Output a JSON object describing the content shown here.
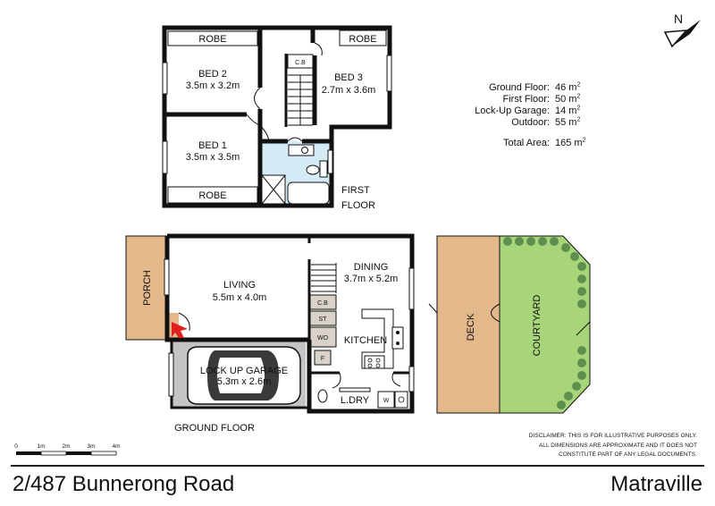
{
  "address": "2/487 Bunnerong Road",
  "suburb": "Matraville",
  "compass_label": "N",
  "floors": {
    "first": "FIRST FLOOR",
    "first_line1": "FIRST",
    "first_line2": "FLOOR",
    "ground": "GROUND FLOOR"
  },
  "rooms": {
    "robe": "ROBE",
    "bed2_name": "BED 2",
    "bed2_size": "3.5m x 3.2m",
    "bed1_name": "BED 1",
    "bed1_size": "3.5m x 3.5m",
    "bed3_name": "BED 3",
    "bed3_size": "2.7m x 3.6m",
    "cb": "C.B",
    "living_name": "LIVING",
    "living_size": "5.5m x 4.0m",
    "dining_name": "DINING",
    "dining_size": "3.7m x 5.2m",
    "kitchen": "KITCHEN",
    "st": "ST",
    "wo": "WO",
    "f": "F",
    "w": "W",
    "ldry": "L.DRY",
    "garage_name": "LOCK UP GARAGE",
    "garage_size": "5.3m x 2.6m",
    "porch": "PORCH",
    "deck": "DECK",
    "courtyard": "COURTYARD"
  },
  "areas": [
    {
      "label": "Ground Floor:",
      "value": "46 m",
      "unit_sup": "2"
    },
    {
      "label": "First Floor:",
      "value": "50 m",
      "unit_sup": "2"
    },
    {
      "label": "Lock-Up Garage:",
      "value": "14 m",
      "unit_sup": "2"
    },
    {
      "label": "Outdoor:",
      "value": "55 m",
      "unit_sup": "2"
    }
  ],
  "total_area": {
    "label": "Total Area:",
    "value": "165 m",
    "unit_sup": "2"
  },
  "scale": {
    "ticks": [
      "0",
      "1m",
      "2m",
      "3m",
      "4m"
    ]
  },
  "disclaimer": [
    "DISCLAIMER: THIS IS FOR ILLUSTRATIVE PURPOSES ONLY.",
    "ALL DIMENSIONS ARE APPROXIMATE AND IT DOES NOT",
    "CONSTITUTE PART OF ANY LEGAL DOCUMENTS."
  ],
  "colors": {
    "wall": "#111111",
    "bathroom": "#d4ecf6",
    "porch_deck": "#e3b98c",
    "courtyard": "#a9d57a",
    "shrub": "#5f8f4e",
    "garage": "#c4c4c4",
    "cupboard": "#d9d2c8",
    "arrow": "#e0211b"
  }
}
